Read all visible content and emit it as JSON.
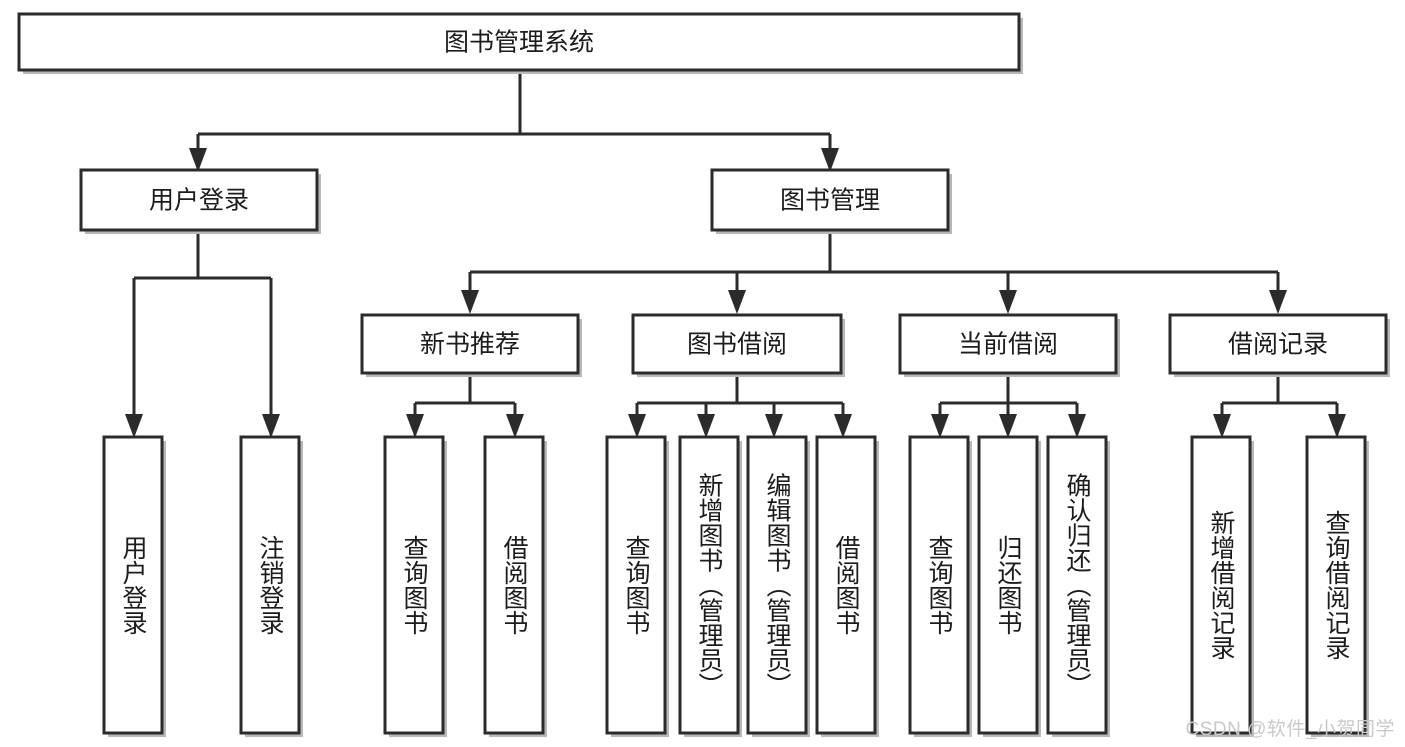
{
  "diagram": {
    "type": "tree",
    "title": "图书管理系统",
    "root": {
      "id": "root",
      "label": "图书管理系统",
      "level": 0
    },
    "level1": [
      {
        "id": "user-login",
        "label": "用户登录"
      },
      {
        "id": "book-manage",
        "label": "图书管理"
      }
    ],
    "level2": [
      {
        "id": "new-book-recommend",
        "label": "新书推荐",
        "parent": "book-manage"
      },
      {
        "id": "book-borrow",
        "label": "图书借阅",
        "parent": "book-manage"
      },
      {
        "id": "current-borrow",
        "label": "当前借阅",
        "parent": "book-manage"
      },
      {
        "id": "borrow-record",
        "label": "借阅记录",
        "parent": "book-manage"
      }
    ],
    "leaves": {
      "user_login": [
        {
          "id": "leaf-user-login",
          "label": "用户登录"
        },
        {
          "id": "leaf-logout-login",
          "label": "注销登录"
        }
      ],
      "new_book_recommend": [
        {
          "id": "leaf-query-book-1",
          "label": "查询图书"
        },
        {
          "id": "leaf-borrow-book-1",
          "label": "借阅图书"
        }
      ],
      "book_borrow": [
        {
          "id": "leaf-query-book-2",
          "label": "查询图书"
        },
        {
          "id": "leaf-add-book",
          "label": "新增图书（管理员）"
        },
        {
          "id": "leaf-edit-book",
          "label": "编辑图书（管理员）"
        },
        {
          "id": "leaf-borrow-book-2",
          "label": "借阅图书"
        }
      ],
      "current_borrow": [
        {
          "id": "leaf-query-book-3",
          "label": "查询图书"
        },
        {
          "id": "leaf-return-book",
          "label": "归还图书"
        },
        {
          "id": "leaf-confirm-return",
          "label": "确认归还（管理员）"
        }
      ],
      "borrow_record": [
        {
          "id": "leaf-add-record",
          "label": "新增借阅记录"
        },
        {
          "id": "leaf-query-record",
          "label": "查询借阅记录"
        }
      ]
    }
  },
  "watermark": {
    "text": "CSDN @软件_小贺同学"
  },
  "colors": {
    "box_stroke": "#2b2b2b",
    "box_fill": "#ffffff",
    "text": "#1c1c1c",
    "background": "#ffffff",
    "watermark": "#c9c9c9"
  }
}
